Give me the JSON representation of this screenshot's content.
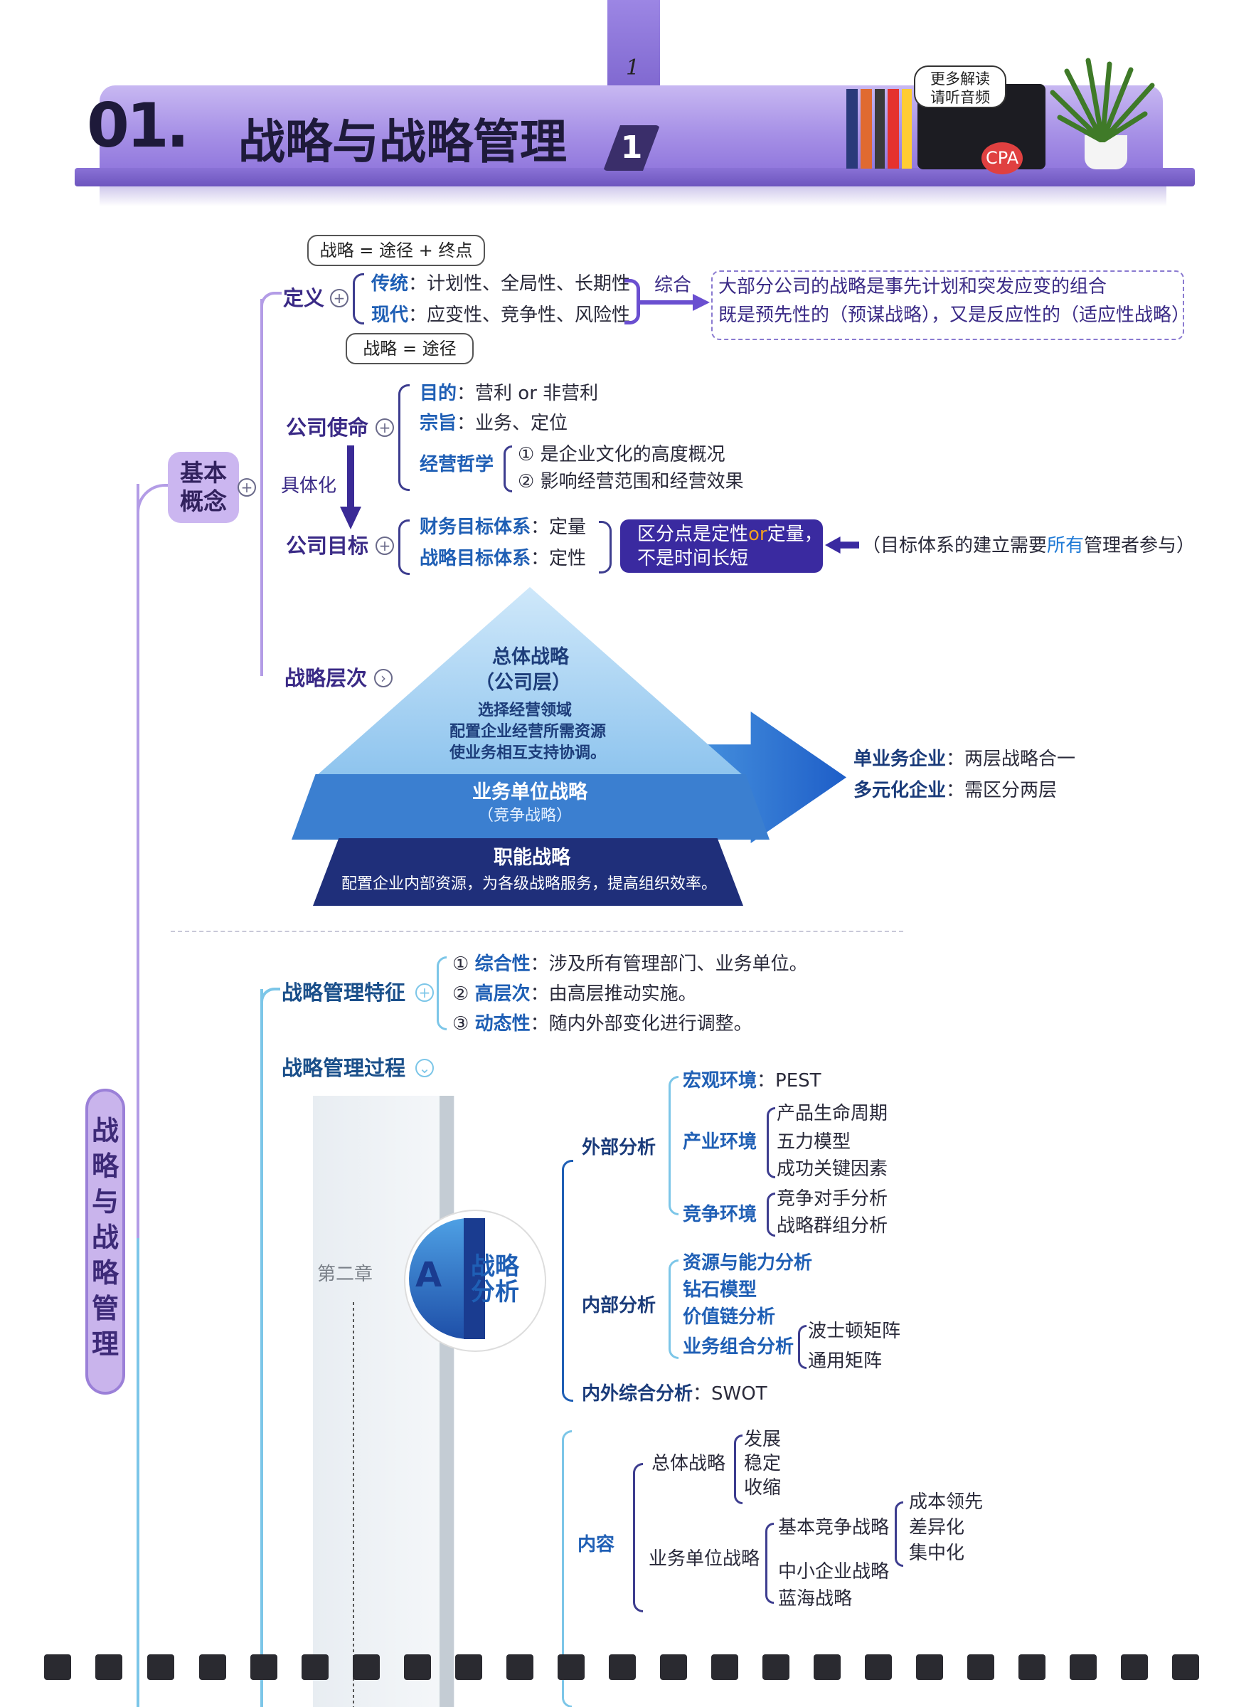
{
  "header": {
    "page_number": "1",
    "chapter_no": "01.",
    "chapter_title": "战略与战略管理",
    "chapter_badge": "1",
    "audio_bubble": [
      "更多解读",
      "请听音频"
    ],
    "logo_text": "CPA"
  },
  "side_title": [
    "战",
    "略",
    "与",
    "战",
    "略",
    "管",
    "理"
  ],
  "basic_concepts": {
    "label": [
      "基本",
      "概念"
    ],
    "definition": {
      "label": "定义",
      "pill_top": "战略 = 途径 + 终点",
      "pill_bottom": "战略 = 途径",
      "traditional_key": "传统",
      "traditional_val": "：计划性、全局性、长期性",
      "modern_key": "现代",
      "modern_val": "：应变性、竞争性、风险性",
      "synth": "综合",
      "conclusion_1": "大部分公司的战略是事先计划和突发应变的组合",
      "conclusion_2": "既是预先性的（预谋战略），又是反应性的（适应性战略）"
    },
    "mission": {
      "label": "公司使命",
      "purpose_key": "目的",
      "purpose_val": "：营利 or 非营利",
      "tenet_key": "宗旨",
      "tenet_val": "：业务、定位",
      "philosophy_key": "经营哲学",
      "philosophy_1": "是企业文化的高度概况",
      "philosophy_2": "影响经营范围和经营效果",
      "num1": "①",
      "num2": "②"
    },
    "concretize": "具体化",
    "goals": {
      "label": "公司目标",
      "finance_key": "财务目标体系",
      "finance_val": "：定量",
      "strategy_key": "战略目标体系",
      "strategy_val": "：定性",
      "callout_1a": "区分点是定性",
      "callout_or": "or",
      "callout_1b": "定量，",
      "callout_2": "不是时间长短",
      "note_pre": "（目标体系的建立需要",
      "note_hl": "所有",
      "note_post": "管理者参与）"
    },
    "levels": {
      "label": "战略层次",
      "top_title": "总体战略",
      "top_sub": "（公司层）",
      "top_desc": [
        "选择经营领域",
        "配置企业经营所需资源",
        "使业务相互支持协调。"
      ],
      "mid_title": "业务单位战略",
      "mid_sub": "（竞争战略）",
      "bot_title": "职能战略",
      "bot_desc": "配置企业内部资源，为各级战略服务，提高组织效率。",
      "single_key": "单业务企业",
      "single_val": "：两层战略合一",
      "multi_key": "多元化企业",
      "multi_val": "：需区分两层"
    }
  },
  "management": {
    "features": {
      "label": "战略管理特征",
      "items": [
        {
          "num": "①",
          "key": "综合性",
          "val": "：涉及所有管理部门、业务单位。"
        },
        {
          "num": "②",
          "key": "高层次",
          "val": "：由高层推动实施。"
        },
        {
          "num": "③",
          "key": "动态性",
          "val": "：随内外部变化进行调整。"
        }
      ]
    },
    "process": {
      "label": "战略管理过程",
      "chapter_tag": "第二章",
      "a_letter": "A",
      "a_title": [
        "战略",
        "分析"
      ],
      "external": {
        "label": "外部分析",
        "macro_key": "宏观环境",
        "macro_val": "：PEST",
        "industry_key": "产业环境",
        "industry_items": [
          "产品生命周期",
          "五力模型",
          "成功关键因素"
        ],
        "competition_key": "竞争环境",
        "competition_items": [
          "竞争对手分析",
          "战略群组分析"
        ]
      },
      "internal": {
        "label": "内部分析",
        "items": [
          "资源与能力分析",
          "钻石模型",
          "价值链分析"
        ],
        "portfolio_key": "业务组合分析",
        "portfolio_items": [
          "波士顿矩阵",
          "通用矩阵"
        ]
      },
      "swot_key": "内外综合分析",
      "swot_val": "：SWOT",
      "content": {
        "label": "内容",
        "overall_key": "总体战略",
        "overall_items": [
          "发展",
          "稳定",
          "收缩"
        ],
        "business_key": "业务单位战略",
        "basic_comp_key": "基本竞争战略",
        "basic_comp_items": [
          "成本领先",
          "差异化",
          "集中化"
        ],
        "sme": "中小企业战略",
        "blue_ocean": "蓝海战略"
      }
    }
  },
  "colors": {
    "purple": "#3a2a86",
    "blue": "#1f5fb5",
    "accent": "#3a2aa0",
    "orange": "#f0a020"
  }
}
